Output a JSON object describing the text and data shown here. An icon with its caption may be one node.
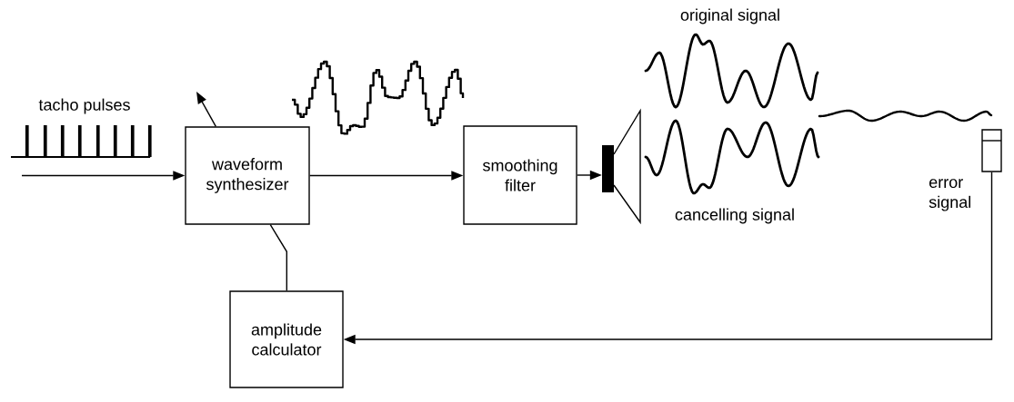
{
  "diagram": {
    "nodes": [
      {
        "text": [
          "waveform synthesizer"
        ]
      },
      {
        "text": [
          "smoothing filter"
        ]
      },
      {
        "text": [],
        "shape": "speaker"
      },
      {
        "text": [],
        "shape": "microphone",
        "beside": [
          "error signal"
        ]
      },
      {
        "text": [
          "amplitude calculator"
        ]
      }
    ],
    "edges": [
      {
        "from": null,
        "to": 0,
        "arrow": "to"
      },
      {
        "from": 0,
        "to": 1,
        "arrow": "to"
      },
      {
        "from": 1,
        "to": 2,
        "arrow": "to"
      },
      {
        "from": 0,
        "to": null,
        "arrow": "to"
      },
      {
        "from": 4,
        "to": 0,
        "arrow": "none"
      },
      {
        "from": 3,
        "to": 4,
        "arrow": "to"
      }
    ],
    "labels": [
      "original signal",
      "tacho pulses",
      "cancelling signal"
    ]
  }
}
